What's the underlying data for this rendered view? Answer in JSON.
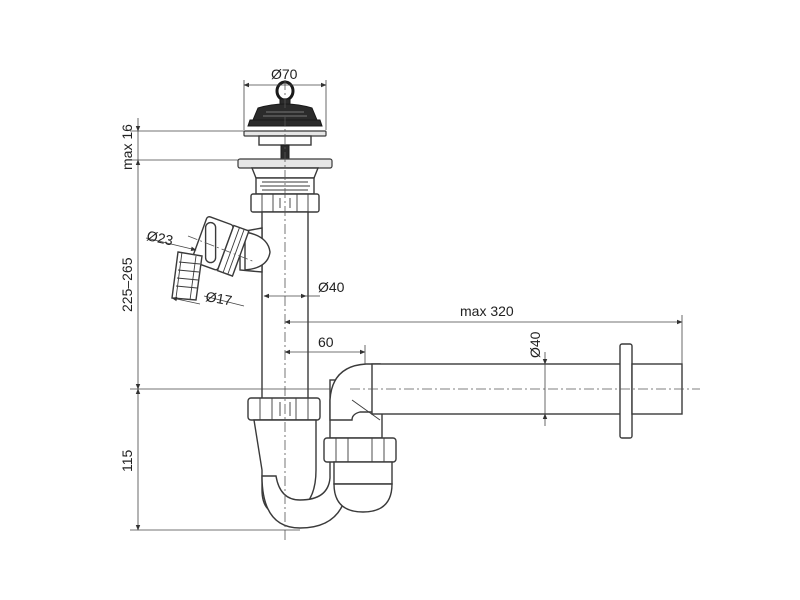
{
  "dimensions": {
    "top_diameter": "Ø70",
    "flange_height": "max 16",
    "inlet_height": "225–265",
    "trap_height": "115",
    "hose_outer_diameter": "Ø23",
    "hose_inner_diameter": "Ø17",
    "pipe_diameter_vertical": "Ø40",
    "outlet_length": "max 320",
    "offset": "60",
    "pipe_diameter_outlet": "Ø40"
  },
  "colors": {
    "line": "#3a3a3a",
    "fill": "#ffffff",
    "shade": "#e6e6e6",
    "plug": "#2b2b2b"
  }
}
